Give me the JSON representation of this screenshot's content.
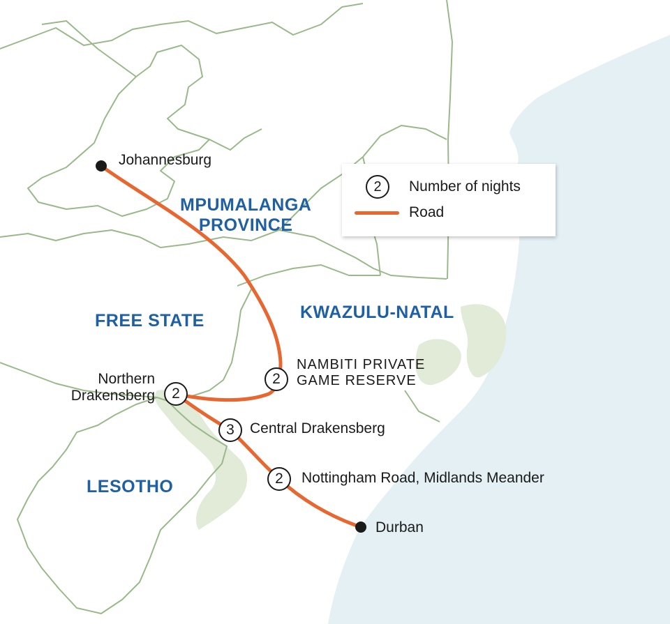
{
  "colors": {
    "land": "#ffffff",
    "sea": "#e4f0f4",
    "border": "#9ab98a",
    "park": "#e2ead8",
    "route": "#e8662f",
    "region_text": "#1f5fa3",
    "marker": "#1a1a1a"
  },
  "regions": {
    "mpumalanga": "MPUMALANGA\nPROVINCE",
    "free_state": "FREE STATE",
    "kwazulu_natal": "KWAZULU-NATAL",
    "lesotho": "LESOTHO"
  },
  "cities": {
    "johannesburg": "Johannesburg",
    "durban": "Durban"
  },
  "stops": [
    {
      "id": "nambiti",
      "name": "NAMBITI PRIVATE\nGAME RESERVE",
      "nights": "2"
    },
    {
      "id": "northern",
      "name": "Northern\nDrakensberg",
      "nights": "2"
    },
    {
      "id": "central",
      "name": "Central Drakensberg",
      "nights": "3"
    },
    {
      "id": "nottingham",
      "name": "Nottingham Road, Midlands Meander",
      "nights": "2"
    }
  ],
  "legend": {
    "nights_sample": "2",
    "nights_label": "Number of nights",
    "road_label": "Road"
  }
}
